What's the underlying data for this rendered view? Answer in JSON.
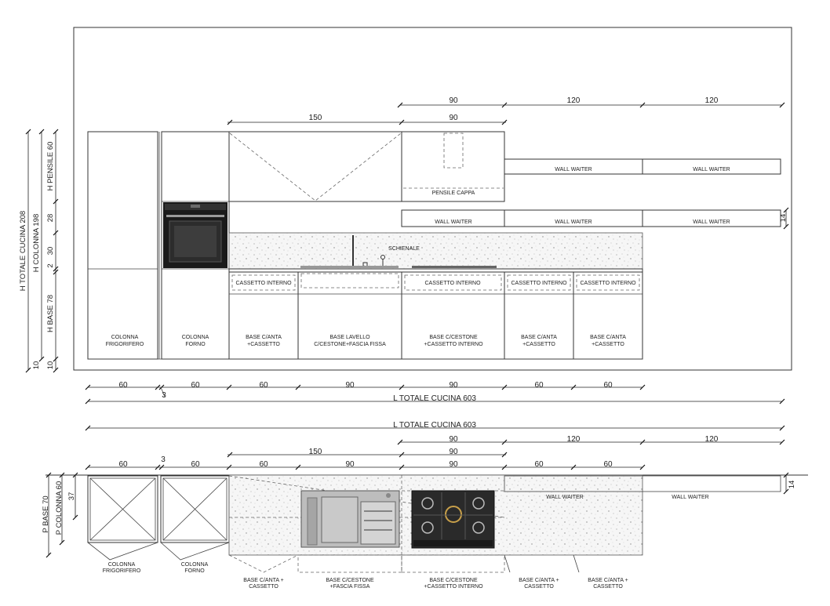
{
  "elevation": {
    "top_dims": {
      "d150": "150",
      "d90a": "90",
      "d90b": "90",
      "d120a": "120",
      "d120b": "120"
    },
    "labels": {
      "pensile_cappa": "PENSILE CAPPA",
      "wall_waiter": "WALL WAITER",
      "schienale": "SCHIENALE",
      "cassetto_interno": "CASSETTO INTERNO",
      "colonna_frigo_1": "COLONNA",
      "colonna_frigo_2": "FRIGORIFERO",
      "colonna_forno_1": "COLONNA",
      "colonna_forno_2": "FORNO",
      "base_anta_1": "BASE C/ANTA",
      "base_anta_2": "+CASSETTO",
      "lavello_1": "BASE LAVELLO",
      "lavello_2": "C/CESTONE+FASCIA FISSA",
      "cestone_1": "BASE C/CESTONE",
      "cestone_2": "+CASSETTO INTERNO"
    },
    "left_dims": {
      "h_totale": "H TOTALE CUCINA 208",
      "h_colonna": "H COLONNA 198",
      "h_pensile": "H PENSILE 60",
      "d28": "28",
      "d30": "30",
      "d2": "2",
      "h_base": "H BASE 78",
      "d10a": "10",
      "d10b": "10"
    },
    "right_dim": "14",
    "bottom_dims": [
      "60",
      "60",
      "60",
      "90",
      "90",
      "60",
      "60"
    ],
    "gap_dim": "3",
    "total_label": "L TOTALE CUCINA 603"
  },
  "plan": {
    "total_label": "L TOTALE CUCINA 603",
    "top_dims": {
      "d90a": "90",
      "d120a": "120",
      "d120b": "120",
      "d90b": "90",
      "d150": "150"
    },
    "module_dims": [
      "60",
      "60",
      "60",
      "90",
      "90",
      "60",
      "60"
    ],
    "gap_dim": "3",
    "left_dims": {
      "p_base": "P BASE 70",
      "p_colonna": "P COLONNA 60",
      "d37": "37"
    },
    "right_dim": "14",
    "labels": {
      "wall_waiter": "WALL WAITER",
      "colonna_frigo_1": "COLONNA",
      "colonna_frigo_2": "FRIGORIFERO",
      "colonna_forno_1": "COLONNA",
      "colonna_forno_2": "FORNO",
      "base_anta_1": "BASE C/ANTA +",
      "base_anta_2": "CASSETTO",
      "cestone_1": "BASE C/CESTONE",
      "cestone_2": "+FASCIA FISSA",
      "cestone3_1": "BASE C/CESTONE",
      "cestone3_2": "+CASSETTO INTERNO"
    }
  },
  "colors": {
    "line": "#333333",
    "granite": "#e8e8e8",
    "oven": "#1a1a1a",
    "steel": "#b9b9b9"
  }
}
